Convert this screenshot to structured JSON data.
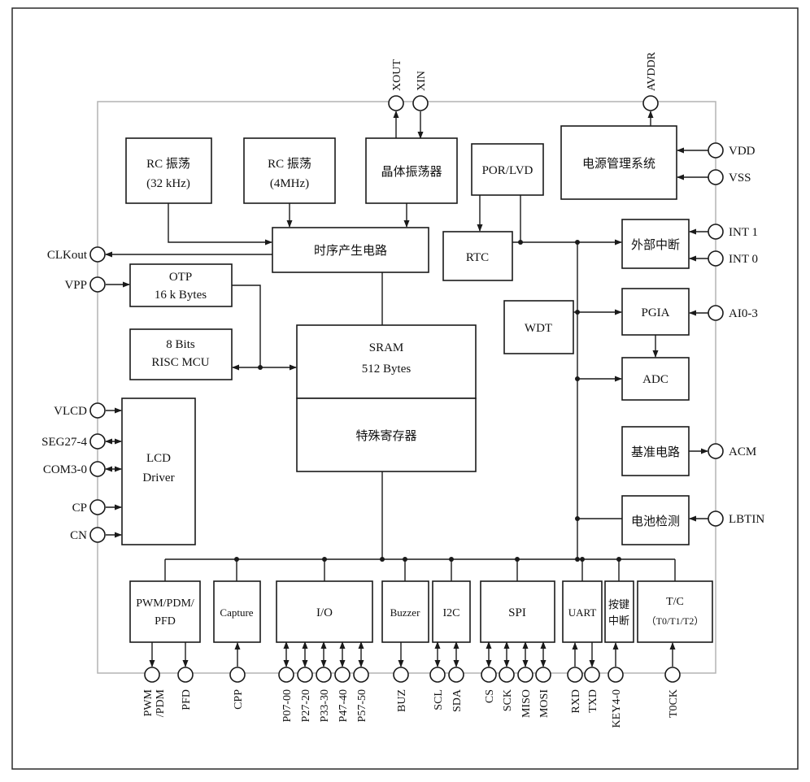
{
  "blocks": {
    "rc32": {
      "line1": "RC 振荡",
      "line2": "(32 kHz)"
    },
    "rc4": {
      "line1": "RC 振荡",
      "line2": "(4MHz)"
    },
    "crystal": {
      "label": "晶体振荡器"
    },
    "porlvd": {
      "label": "POR/LVD"
    },
    "pms": {
      "label": "电源管理系统"
    },
    "timing": {
      "label": "时序产生电路"
    },
    "rtc": {
      "label": "RTC"
    },
    "extint": {
      "label": "外部中断"
    },
    "otp": {
      "line1": "OTP",
      "line2": "16 k Bytes"
    },
    "wdt": {
      "label": "WDT"
    },
    "pgia": {
      "label": "PGIA"
    },
    "mcu": {
      "line1": "8 Bits",
      "line2": "RISC MCU"
    },
    "sram": {
      "line1": "SRAM",
      "line2": "512 Bytes"
    },
    "adc": {
      "label": "ADC"
    },
    "sfr": {
      "label": "特殊寄存器"
    },
    "lcd": {
      "line1": "LCD",
      "line2": "Driver"
    },
    "ref": {
      "label": "基准电路"
    },
    "batt": {
      "label": "电池检测"
    },
    "pwm": {
      "line1": "PWM/PDM/",
      "line2": "PFD"
    },
    "capture": {
      "label": "Capture"
    },
    "io": {
      "label": "I/O"
    },
    "buzzer": {
      "label": "Buzzer"
    },
    "i2c": {
      "label": "I2C"
    },
    "spi": {
      "label": "SPI"
    },
    "uart": {
      "label": "UART"
    },
    "keyint": {
      "line1": "按键",
      "line2": "中断"
    },
    "tc": {
      "line1": "T/C",
      "line2": "（T0/T1/T2）"
    }
  },
  "pins": {
    "top": {
      "xout": "XOUT",
      "xin": "XIN",
      "avddr": "AVDDR"
    },
    "left": {
      "clkout": "CLKout",
      "vpp": "VPP",
      "vlcd": "VLCD",
      "seg": "SEG27-4",
      "com": "COM3-0",
      "cp": "CP",
      "cn": "CN"
    },
    "right": {
      "vdd": "VDD",
      "vss": "VSS",
      "int1": "INT 1",
      "int0": "INT 0",
      "ai": "AI0-3",
      "acm": "ACM",
      "lbtin": "LBTIN"
    },
    "bottom": {
      "pwm1": "PWM",
      "pwm2": "/PDM",
      "pfd": "PFD",
      "cpp": "CPP",
      "p07": "P07-00",
      "p27": "P27-20",
      "p33": "P33-30",
      "p47": "P47-40",
      "p57": "P57-50",
      "buz": "BUZ",
      "scl": "SCL",
      "sda": "SDA",
      "cs": "CS",
      "sck": "SCK",
      "miso": "MISO",
      "mosi": "MOSI",
      "rxd": "RXD",
      "txd": "TXD",
      "key": "KEY4-0",
      "t0ck": "T0CK"
    }
  },
  "colors": {
    "wire": "#1a1a1a",
    "chip_boundary": "#b4b4b4",
    "background": "#ffffff"
  }
}
